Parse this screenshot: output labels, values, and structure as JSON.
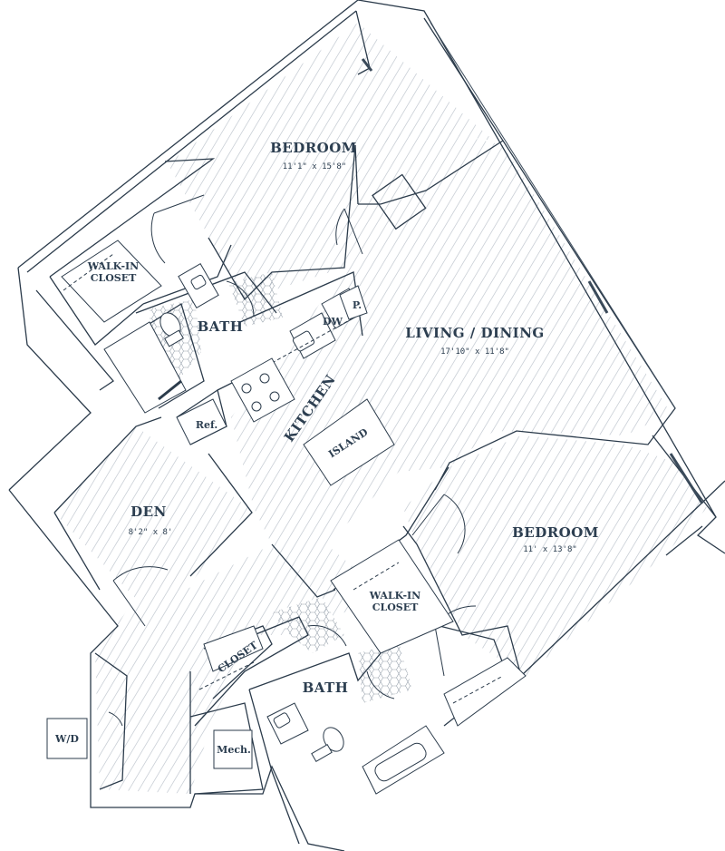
{
  "rooms": {
    "bedroom_1": {
      "name": "BEDROOM",
      "dimensions": "11'1\" x 15'8\""
    },
    "living": {
      "name": "LIVING / DINING",
      "dimensions": "17'10\" x 11'8\""
    },
    "bedroom_2": {
      "name": "BEDROOM",
      "dimensions": "11' x 13'8\""
    },
    "den": {
      "name": "DEN",
      "dimensions": "8'2\" x 8'"
    },
    "kitchen": {
      "name": "KITCHEN"
    },
    "island": {
      "name": "ISLAND"
    },
    "bath_1": {
      "name": "BATH"
    },
    "bath_2": {
      "name": "BATH"
    },
    "walkin_1": {
      "line1": "WALK-IN",
      "line2": "CLOSET"
    },
    "walkin_2": {
      "line1": "WALK-IN",
      "line2": "CLOSET"
    },
    "closet": {
      "name": "CLOSET"
    }
  },
  "fixtures": {
    "dishwasher": "DW",
    "pantry": "P.",
    "refrigerator": "Ref.",
    "washer_dryer": "W/D",
    "mechanical": "Mech."
  },
  "colors": {
    "wall": "#2b3b4b",
    "text": "#2c3e50",
    "floor_lines": "#c9cfd6"
  }
}
